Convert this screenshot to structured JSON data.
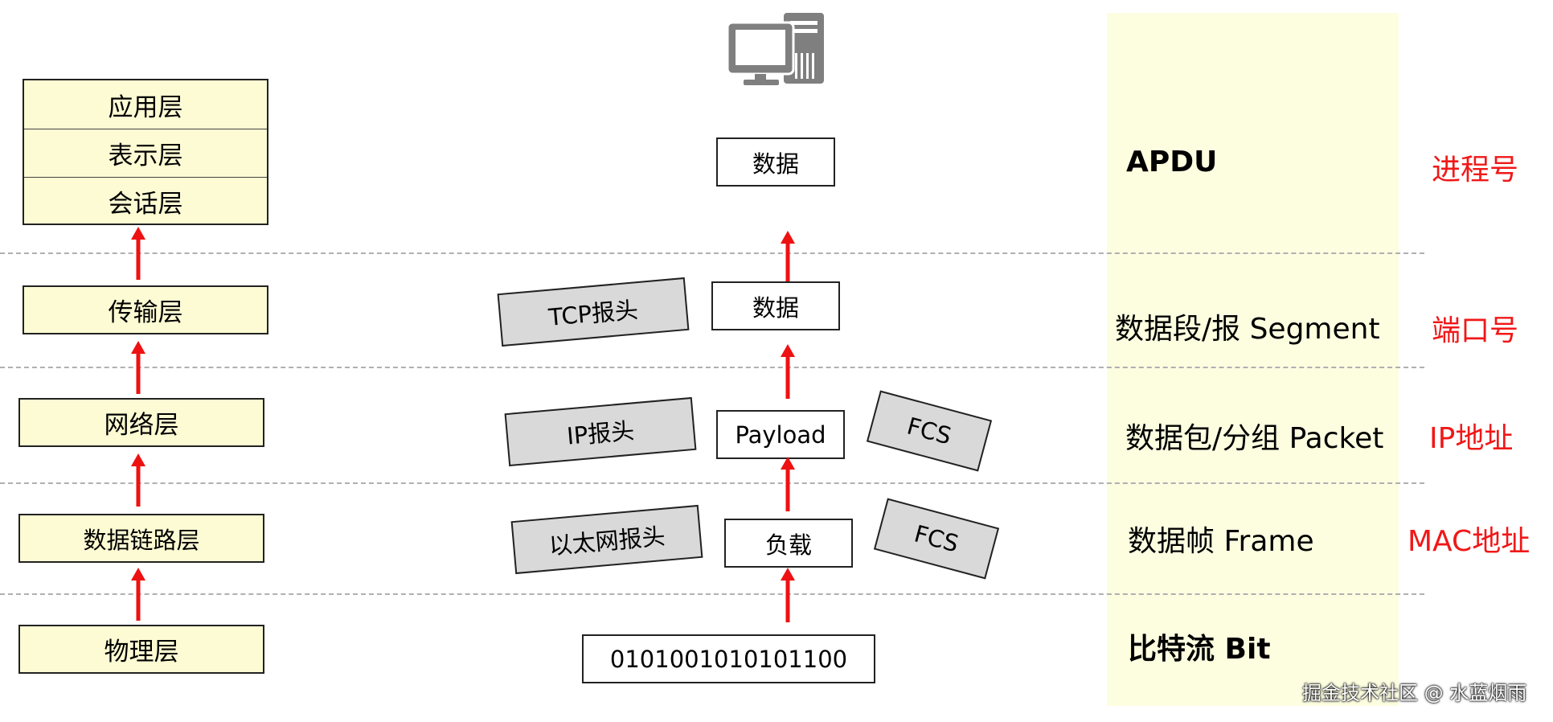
{
  "layers": {
    "session_group": [
      "应用层",
      "表示层",
      "会话层"
    ],
    "transport": "传输层",
    "network": "网络层",
    "datalink": "数据链路层",
    "physical": "物理层"
  },
  "packets": {
    "app_data": "数据",
    "transport_header": "TCP报头",
    "transport_data": "数据",
    "network_header": "IP报头",
    "network_payload": "Payload",
    "network_fcs": "FCS",
    "datalink_header": "以太网报头",
    "datalink_payload": "负载",
    "datalink_fcs": "FCS",
    "bits": "0101001010101100"
  },
  "pdu": {
    "application": "APDU",
    "transport": "数据段/报 Segment",
    "network": "数据包/分组 Packet",
    "datalink": "数据帧 Frame",
    "physical": "比特流 Bit"
  },
  "addressing": {
    "application": "进程号",
    "transport": "端口号",
    "network": "IP地址",
    "datalink": "MAC地址"
  },
  "watermark": "掘金技术社区 @ 水蓝烟雨",
  "colors": {
    "arrow": "#ee1111",
    "address_text": "#f01818",
    "layer_fill": "#fdfbd3",
    "pdu_band": "#fdfde0",
    "header_fill": "#d9d9d9",
    "computer_icon": "#7f7f7f"
  },
  "icons": [
    "computer-icon"
  ]
}
